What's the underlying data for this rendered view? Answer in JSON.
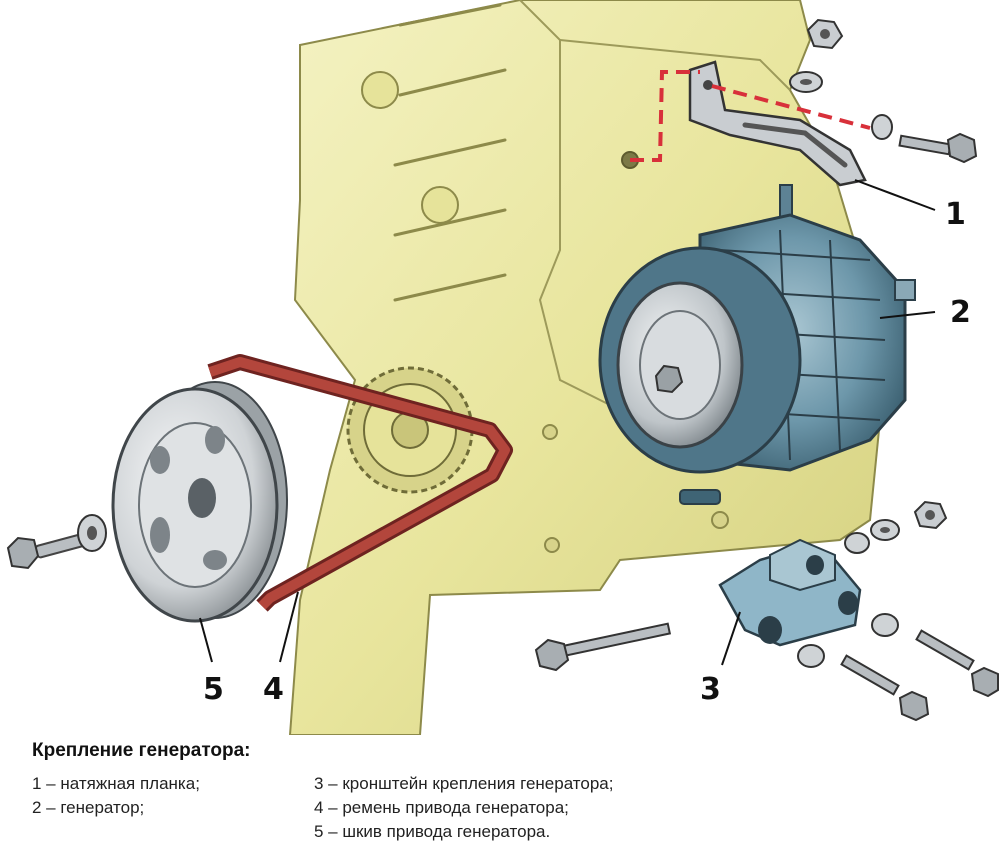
{
  "callouts": {
    "c1": "1",
    "c2": "2",
    "c3": "3",
    "c4": "4",
    "c5": "5"
  },
  "caption": {
    "title": "Крепление генератора:",
    "items": [
      "1 – натяжная планка;",
      "2 – генератор;",
      "3 – кронштейн крепления генератора;",
      "4 – ремень привода генератора;",
      "5 – шкив привода генератора."
    ]
  },
  "colors": {
    "engine_block": "#ece9a6",
    "alternator": "#6d97aa",
    "belt": "#b3463c",
    "guide_line": "#d8303a",
    "metal": "#c9cdd1"
  }
}
